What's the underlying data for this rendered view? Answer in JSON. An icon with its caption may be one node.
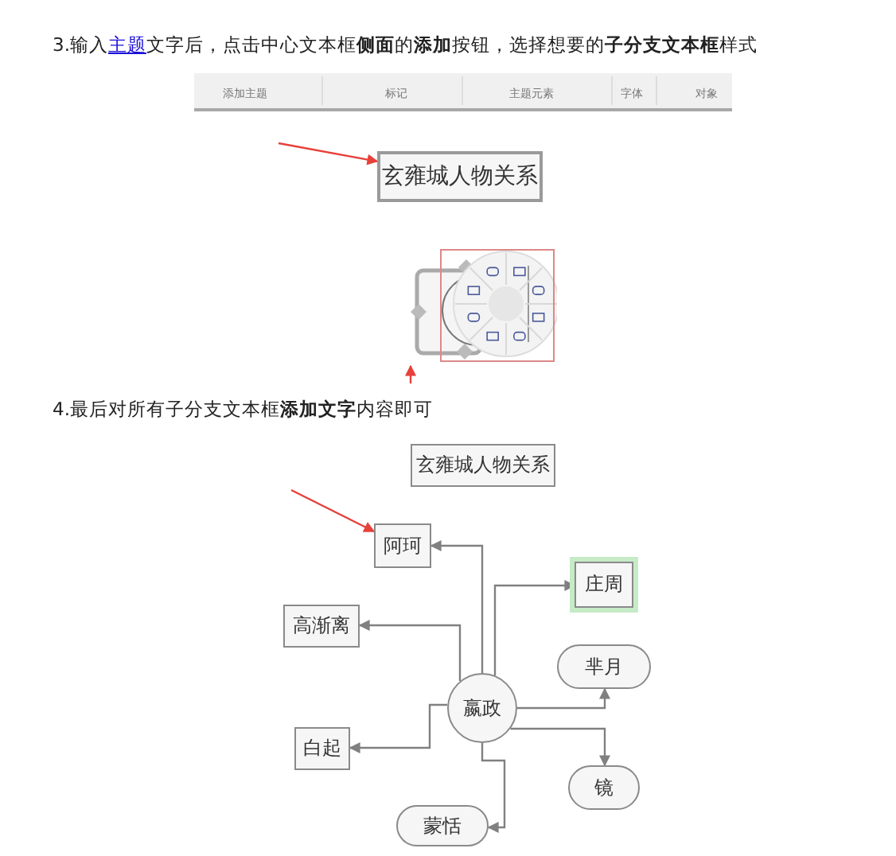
{
  "diagram": {
    "nodes": [
      {
        "text": [
          "玄雍城人物关系"
        ]
      },
      {
        "text": [],
        "shape": "picture"
      },
      {
        "text": [
          "玄雍城人物关系"
        ]
      },
      {
        "text": [
          "阿珂"
        ]
      },
      {
        "text": [
          "庄周"
        ]
      },
      {
        "text": [
          "高渐离"
        ]
      },
      {
        "text": [
          "芈月"
        ]
      },
      {
        "text": [
          "嬴政"
        ]
      },
      {
        "text": [
          "白起"
        ]
      },
      {
        "text": [
          "镜"
        ]
      },
      {
        "text": [
          "蒙恬"
        ]
      }
    ],
    "edges": [
      {
        "from": null,
        "to": 0,
        "arrow": "to",
        "color": "#e8403a"
      },
      {
        "from": null,
        "to": 1,
        "arrow": "to",
        "color": "#e8403a"
      },
      {
        "from": 7,
        "to": 3,
        "arrow": "to"
      },
      {
        "from": 7,
        "to": 4,
        "arrow": "to"
      },
      {
        "from": 7,
        "to": 5,
        "arrow": "to"
      },
      {
        "from": 7,
        "to": 6,
        "arrow": "to"
      },
      {
        "from": 7,
        "to": 8,
        "arrow": "to"
      },
      {
        "from": 7,
        "to": 9,
        "arrow": "to"
      },
      {
        "from": 7,
        "to": 10,
        "arrow": "to"
      },
      {
        "from": null,
        "to": 3,
        "arrow": "to",
        "color": "#e8403a"
      }
    ],
    "labels": [
      "3.输入",
      "主题",
      "文字后，点击中心文本框**侧面**的**添加**按钮，选择想要的**子分支文本框**样式",
      "添加主题",
      "标记",
      "主题元素",
      "字体",
      "对象",
      "4.最后对所有子分支文本框**添加文字**内容即可"
    ]
  }
}
